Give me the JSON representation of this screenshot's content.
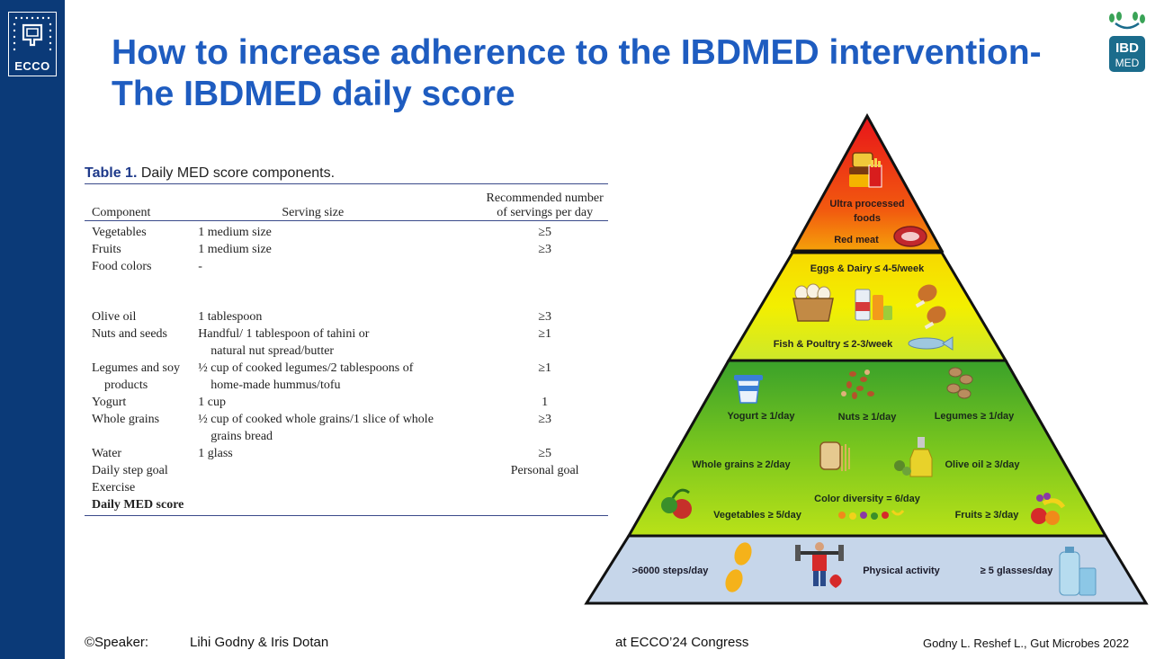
{
  "header": {
    "org_logo": "ECCO",
    "title_line1": "How to increase adherence to the IBDMED intervention-",
    "title_line2": "The IBDMED daily score",
    "brand_logo_line1": "IBD",
    "brand_logo_line2": "MED"
  },
  "colors": {
    "sidebar": "#0b3a78",
    "title": "#1e5cc0",
    "pyramid_top": "#e8141a",
    "pyramid_upper": "#f5e600",
    "pyramid_middle": "#6cc81e",
    "pyramid_base": "#c6d6ea"
  },
  "table": {
    "caption_label": "Table 1.",
    "caption_text": " Daily MED score components.",
    "headers": [
      "Component",
      "Serving size",
      "Recommended number of servings per day"
    ],
    "rows": [
      {
        "component": "Vegetables",
        "component_cont": "",
        "serving": "1 medium size",
        "serving_cont": "",
        "recommended": "≥5"
      },
      {
        "component": "Fruits",
        "component_cont": "",
        "serving": "1 medium size",
        "serving_cont": "",
        "recommended": "≥3"
      },
      {
        "component": "Food colors",
        "component_cont": "",
        "serving": "-",
        "serving_cont": "",
        "recommended": ""
      },
      {
        "component": "Olive oil",
        "component_cont": "",
        "serving": "1 tablespoon",
        "serving_cont": "",
        "recommended": "≥3"
      },
      {
        "component": "Nuts and seeds",
        "component_cont": "",
        "serving": "Handful/ 1 tablespoon of tahini or",
        "serving_cont": "natural nut spread/butter",
        "recommended": "≥1"
      },
      {
        "component": "Legumes and soy",
        "component_cont": "products",
        "serving": "½ cup of cooked legumes/2 tablespoons of",
        "serving_cont": "home-made hummus/tofu",
        "recommended": "≥1"
      },
      {
        "component": "Yogurt",
        "component_cont": "",
        "serving": "1 cup",
        "serving_cont": "",
        "recommended": "1"
      },
      {
        "component": "Whole grains",
        "component_cont": "",
        "serving": "½ cup of cooked whole grains/1 slice of whole",
        "serving_cont": "grains bread",
        "recommended": "≥3"
      },
      {
        "component": "Water",
        "component_cont": "",
        "serving": "1 glass",
        "serving_cont": "",
        "recommended": "≥5"
      },
      {
        "component": "Daily step goal",
        "component_cont": "",
        "serving": "",
        "serving_cont": "",
        "recommended": "Personal goal"
      },
      {
        "component": "Exercise",
        "component_cont": "",
        "serving": "",
        "serving_cont": "",
        "recommended": ""
      },
      {
        "component": "Daily MED score",
        "component_cont": "",
        "serving": "",
        "serving_cont": "",
        "recommended": ""
      }
    ]
  },
  "pyramid": {
    "ultra_processed": "Ultra processed",
    "ultra_processed_2": "foods",
    "red_meat": "Red meat",
    "eggs_dairy": "Eggs & Dairy ≤ 4-5/week",
    "fish_poultry": "Fish & Poultry ≤ 2-3/week",
    "yogurt": "Yogurt ≥ 1/day",
    "nuts": "Nuts ≥ 1/day",
    "legumes": "Legumes ≥ 1/day",
    "whole_grains": "Whole grains ≥ 2/day",
    "olive_oil": "Olive oil ≥ 3/day",
    "color_diversity": "Color diversity = 6/day",
    "vegetables": "Vegetables ≥  5/day",
    "fruits": "Fruits ≥ 3/day",
    "steps": ">6000 steps/day",
    "physical_activity": "Physical activity",
    "water": "≥ 5 glasses/day"
  },
  "footer": {
    "speaker_label": "©Speaker:",
    "speaker_names": "Lihi Godny & Iris Dotan",
    "congress": "at ECCO’24 Congress",
    "citation": "Godny L. Reshef L., Gut Microbes 2022"
  }
}
